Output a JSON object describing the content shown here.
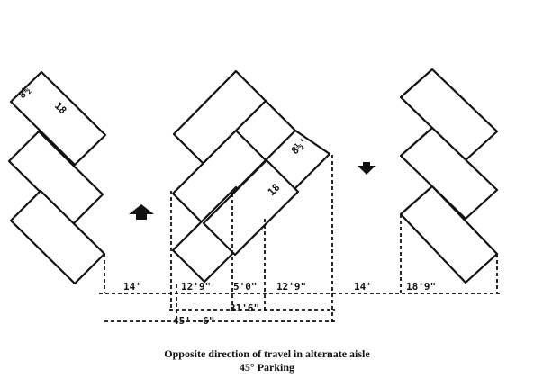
{
  "stall_labels": {
    "left_width": "8½",
    "left_length": "18",
    "center_width": "8½'",
    "center_length": "18"
  },
  "dimensions": {
    "aisle_left": "14'",
    "stall_depth_left": "12'9\"",
    "overlap": "5'0\"",
    "stall_depth_right": "12'9\"",
    "aisle_right": "14'",
    "stall_depth_far": "18'9\"",
    "module_inner": "31'6\"",
    "module_total": "45' -6\""
  },
  "caption": {
    "line1": "Opposite direction of travel in alternate aisle",
    "line2": "45° Parking"
  },
  "colors": {
    "ink": "#111111",
    "paper": "#ffffff"
  }
}
